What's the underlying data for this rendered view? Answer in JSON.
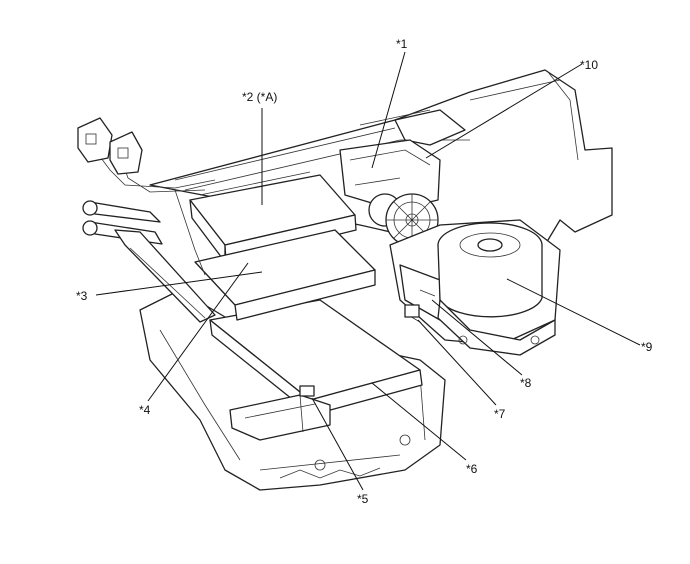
{
  "callouts": [
    {
      "id": "1",
      "text": "*1"
    },
    {
      "id": "2",
      "text": "*2 (*A)"
    },
    {
      "id": "3",
      "text": "*3"
    },
    {
      "id": "4",
      "text": "*4"
    },
    {
      "id": "5",
      "text": "*5"
    },
    {
      "id": "6",
      "text": "*6"
    },
    {
      "id": "7",
      "text": "*7"
    },
    {
      "id": "8",
      "text": "*8"
    },
    {
      "id": "9",
      "text": "*9"
    },
    {
      "id": "10",
      "text": "*10"
    }
  ]
}
